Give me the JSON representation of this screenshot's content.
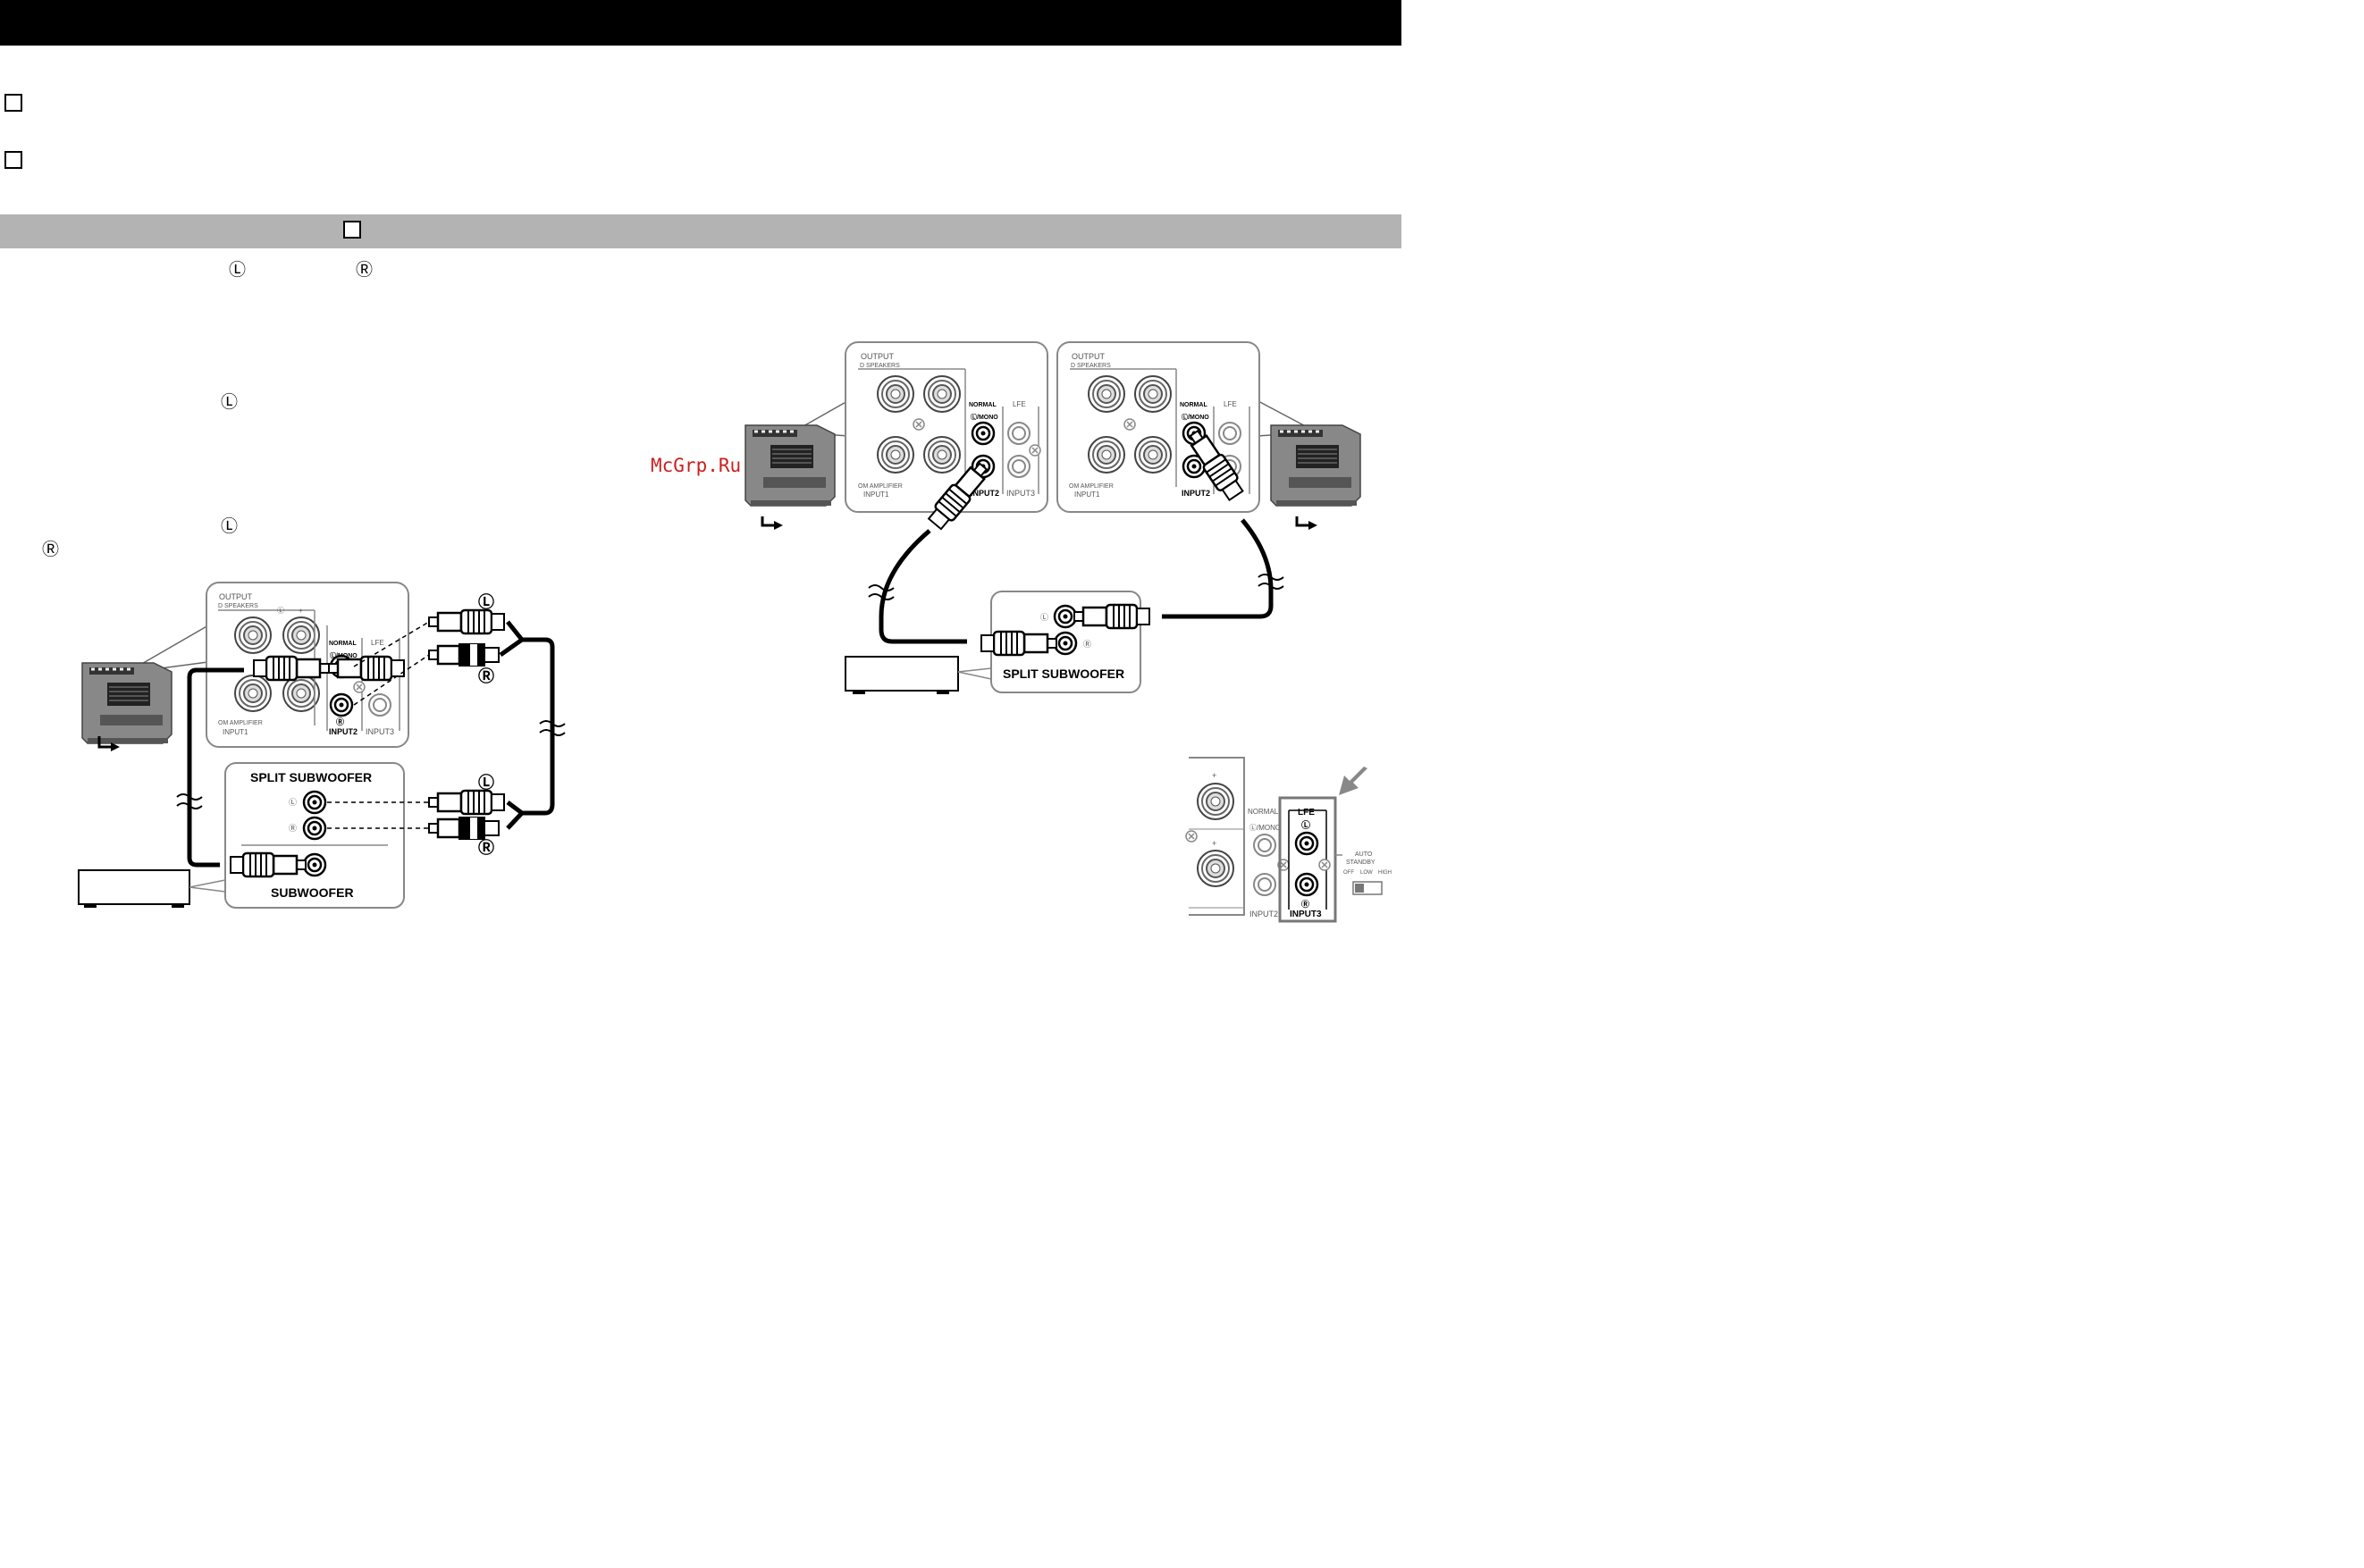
{
  "page": {
    "watermark": "McGrp.Ru",
    "symbols": {
      "left": "Ⓛ",
      "right": "Ⓡ"
    }
  },
  "diagram_left": {
    "panel": {
      "output": "OUTPUT",
      "speakers": "D SPEAKERS",
      "normal": "NORMAL",
      "mono": "Ⓛ/MONO",
      "lfe": "LFE",
      "amplifier": "OM AMPLIFIER",
      "input1": "INPUT1",
      "input2": "INPUT2",
      "input3": "INPUT3",
      "r": "Ⓡ",
      "l": "Ⓛ",
      "plus": "+",
      "minus": "–"
    },
    "split_subwoofer": "SPLIT SUBWOOFER",
    "subwoofer": "SUBWOOFER",
    "plug_l": "Ⓛ",
    "plug_r": "Ⓡ"
  },
  "diagram_right": {
    "panel": {
      "output": "OUTPUT",
      "speakers": "D SPEAKERS",
      "normal": "NORMAL",
      "mono": "Ⓛ/MONO",
      "lfe": "LFE",
      "amplifier": "OM AMPLIFIER",
      "input1": "INPUT1",
      "input2": "INPUT2",
      "input3": "INPUT3"
    },
    "split_subwoofer": "SPLIT SUBWOOFER"
  },
  "detail": {
    "normal": "NORMAL",
    "mono": "Ⓛ/MONO",
    "lfe": "LFE",
    "input2": "INPUT2",
    "input3": "INPUT3",
    "auto_standby": "AUTO STANDBY",
    "auto": "AUTO",
    "standby": "STANDBY",
    "off": "OFF",
    "low": "LOW",
    "high": "HIGH",
    "plus": "+"
  }
}
